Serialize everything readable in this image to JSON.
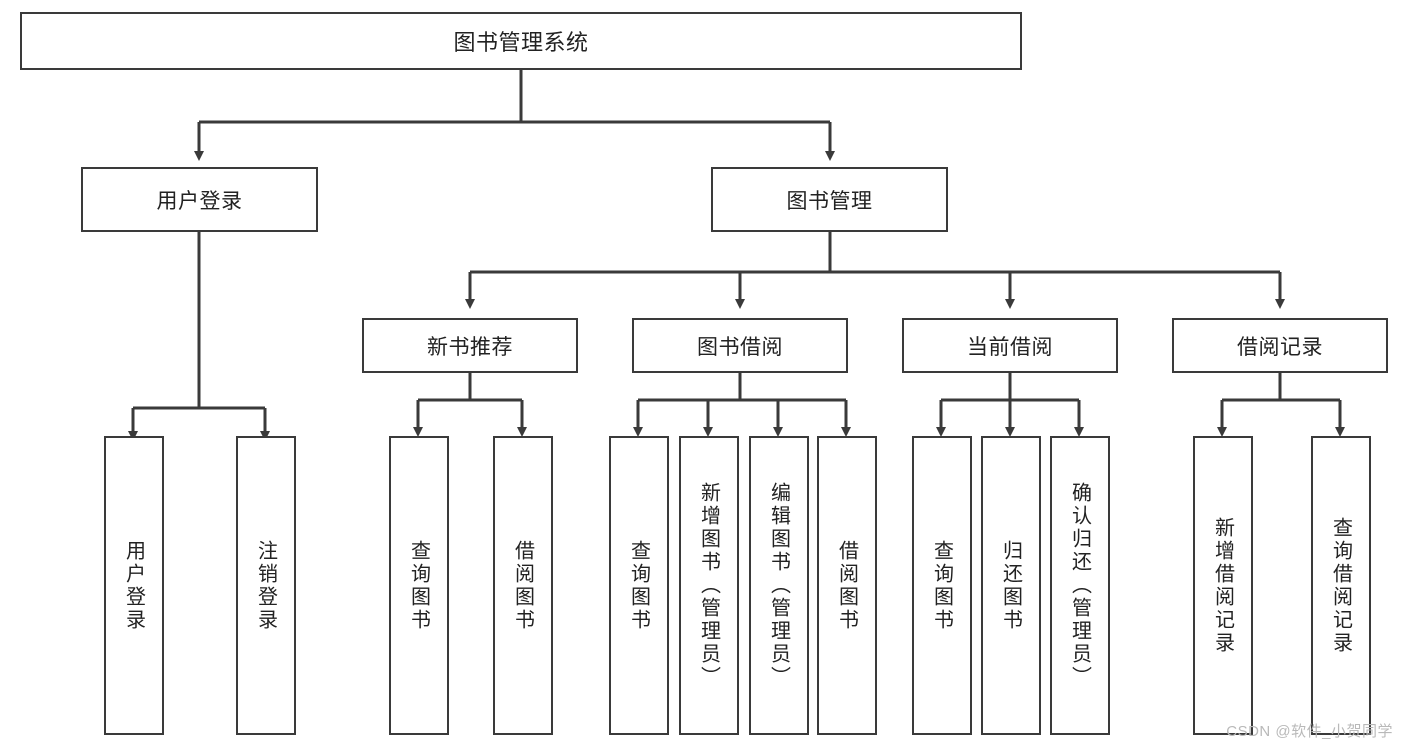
{
  "diagram": {
    "type": "tree-hierarchy",
    "title": "图书管理系统",
    "watermark": "CSDN @软件_小贺同学",
    "colors": {
      "box_border": "#3a3a3a",
      "box_fill": "#ffffff",
      "connector": "#3a3a3a",
      "text": "#222222",
      "watermark": "#b9b9b9"
    },
    "root": {
      "label": "图书管理系统"
    },
    "level2": [
      {
        "id": "user-login",
        "label": "用户登录"
      },
      {
        "id": "book-management",
        "label": "图书管理"
      }
    ],
    "level3": [
      {
        "id": "new-book-recommend",
        "label": "新书推荐",
        "parent": "book-management"
      },
      {
        "id": "book-borrow",
        "label": "图书借阅",
        "parent": "book-management"
      },
      {
        "id": "current-borrow",
        "label": "当前借阅",
        "parent": "book-management"
      },
      {
        "id": "borrow-record",
        "label": "借阅记录",
        "parent": "book-management"
      }
    ],
    "leaves": {
      "user_login": [
        {
          "id": "leaf-user-login",
          "label": "用户登录"
        },
        {
          "id": "leaf-user-logout",
          "label": "注销登录"
        }
      ],
      "new_book_recommend": [
        {
          "id": "leaf-query-book-1",
          "label": "查询图书"
        },
        {
          "id": "leaf-borrow-book-1",
          "label": "借阅图书"
        }
      ],
      "book_borrow": [
        {
          "id": "leaf-query-book-2",
          "label": "查询图书"
        },
        {
          "id": "leaf-add-book",
          "label": "新增图书（管理员）"
        },
        {
          "id": "leaf-edit-book",
          "label": "编辑图书（管理员）"
        },
        {
          "id": "leaf-borrow-book-2",
          "label": "借阅图书"
        }
      ],
      "current_borrow": [
        {
          "id": "leaf-query-book-3",
          "label": "查询图书"
        },
        {
          "id": "leaf-return-book",
          "label": "归还图书"
        },
        {
          "id": "leaf-confirm-return",
          "label": "确认归还（管理员）"
        }
      ],
      "borrow_record": [
        {
          "id": "leaf-add-record",
          "label": "新增借阅记录"
        },
        {
          "id": "leaf-query-record",
          "label": "查询借阅记录"
        }
      ]
    }
  }
}
